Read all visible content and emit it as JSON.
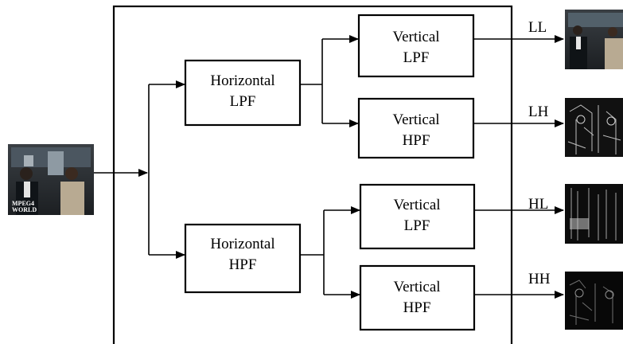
{
  "blocks": {
    "h_lpf": {
      "line1": "Horizontal",
      "line2": "LPF"
    },
    "h_hpf": {
      "line1": "Horizontal",
      "line2": "HPF"
    },
    "v_lpf_top": {
      "line1": "Vertical",
      "line2": "LPF"
    },
    "v_hpf_top": {
      "line1": "Vertical",
      "line2": "HPF"
    },
    "v_lpf_bottom": {
      "line1": "Vertical",
      "line2": "LPF"
    },
    "v_hpf_bottom": {
      "line1": "Vertical",
      "line2": "HPF"
    }
  },
  "outputs": {
    "ll": "LL",
    "lh": "LH",
    "hl": "HL",
    "hh": "HH"
  },
  "images": {
    "input_caption": "MPEG4 WORLD"
  }
}
